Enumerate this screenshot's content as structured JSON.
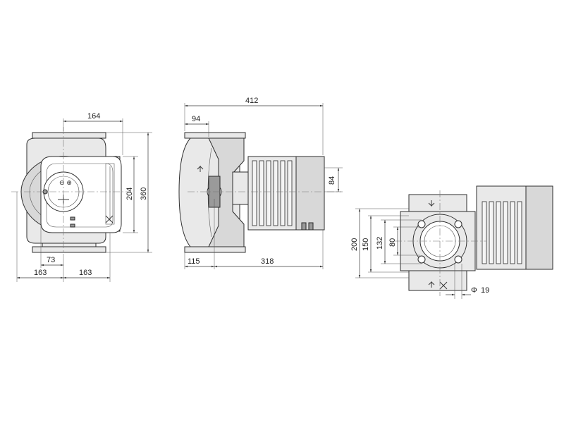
{
  "dimensions": {
    "front_width": "164",
    "front_height_inner": "204",
    "front_height_total": "360",
    "front_offset_small": "73",
    "front_half_left": "163",
    "front_half_right": "163",
    "side_total_length": "412",
    "side_flange_offset": "94",
    "side_motor_height": "84",
    "side_left_length": "115",
    "side_right_length": "318",
    "flange_200": "200",
    "flange_150": "150",
    "flange_132": "132",
    "flange_80": "80",
    "bolt_hole_diameter": "19",
    "diameter_symbol": "Φ"
  },
  "colors": {
    "line": "#3a3a3a",
    "fill_light": "#e9e9e9",
    "fill_mid": "#d8d8d8"
  }
}
